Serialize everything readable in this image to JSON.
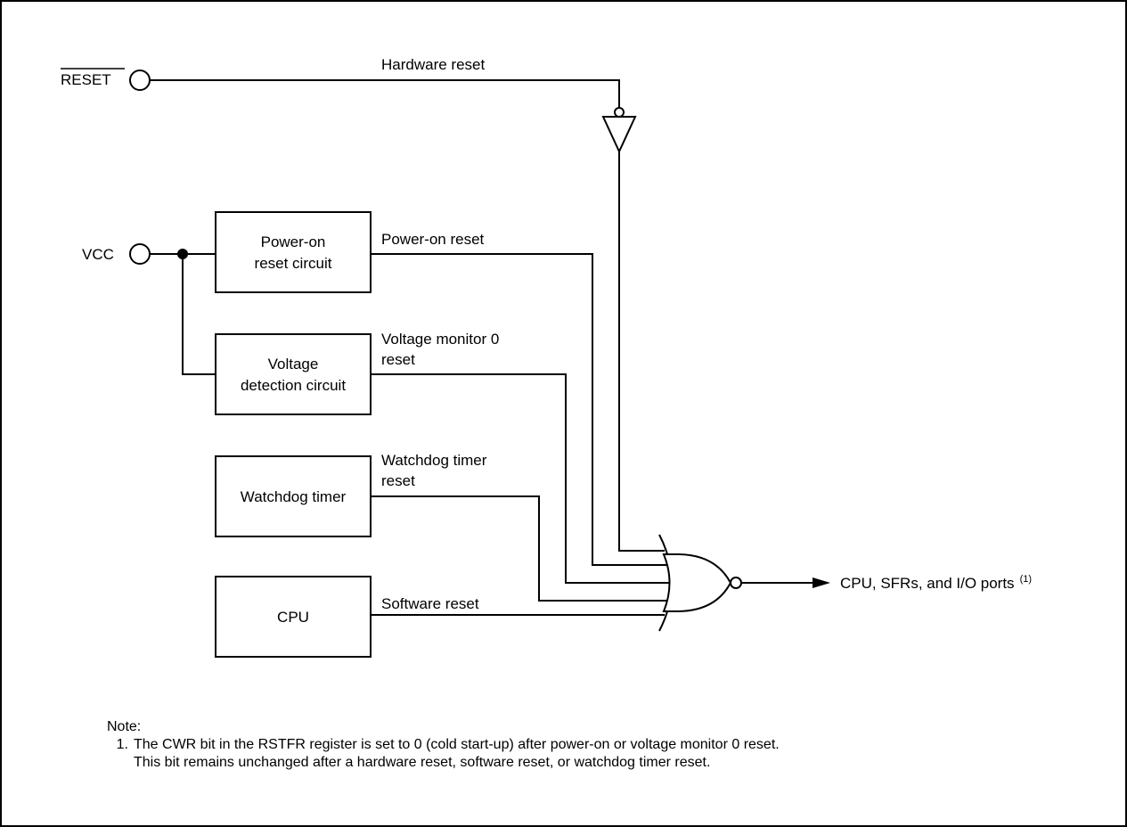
{
  "inputs": {
    "reset_pin": "RESET",
    "vcc_pin": "VCC"
  },
  "blocks": {
    "power_on": [
      "Power-on",
      "reset circuit"
    ],
    "voltage_detection": [
      "Voltage",
      "detection circuit"
    ],
    "watchdog": "Watchdog timer",
    "cpu": "CPU"
  },
  "signals": {
    "hardware_reset": "Hardware reset",
    "power_on_reset": "Power-on reset",
    "voltage_monitor_reset": [
      "Voltage monitor 0",
      "reset"
    ],
    "watchdog_reset": [
      "Watchdog timer",
      "reset"
    ],
    "software_reset": "Software reset"
  },
  "output": {
    "label": "CPU, SFRs, and I/O ports",
    "footnote_ref": "(1)"
  },
  "note": {
    "heading": "Note:",
    "number": "1.",
    "lines": [
      "The CWR bit in the RSTFR register is set to 0 (cold start-up) after power-on or voltage monitor 0 reset.",
      "This bit remains unchanged after a hardware reset, software reset, or watchdog timer reset."
    ]
  }
}
